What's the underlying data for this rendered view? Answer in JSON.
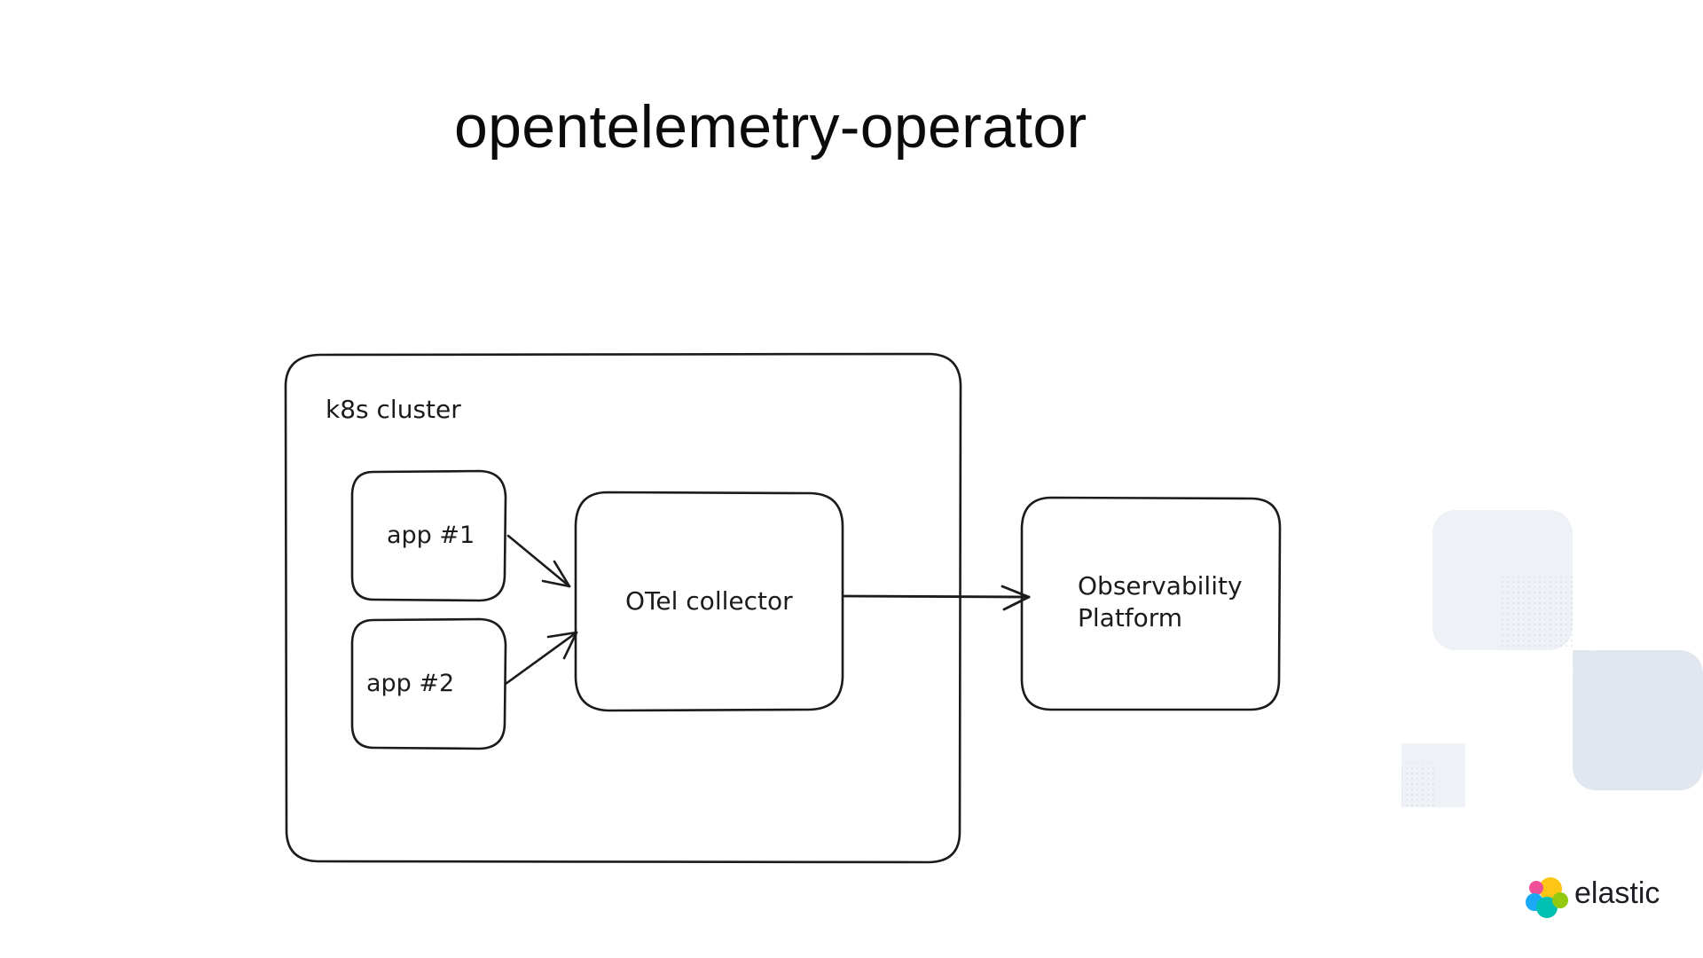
{
  "slide": {
    "title": "opentelemetry-operator"
  },
  "diagram": {
    "cluster_label": "k8s cluster",
    "nodes": {
      "app1": "app #1",
      "app2": "app #2",
      "collector": "OTel collector",
      "platform_line1": "Observability",
      "platform_line2": "Platform"
    },
    "edges": [
      {
        "from": "app #1",
        "to": "OTel collector"
      },
      {
        "from": "app #2",
        "to": "OTel collector"
      },
      {
        "from": "OTel collector",
        "to": "Observability Platform"
      }
    ]
  },
  "brand": {
    "logo_text": "elastic",
    "icon": "elastic-logo-icon",
    "colors": [
      "#f04e98",
      "#fec514",
      "#00bfb3",
      "#1ba9f5",
      "#93c90e"
    ]
  }
}
